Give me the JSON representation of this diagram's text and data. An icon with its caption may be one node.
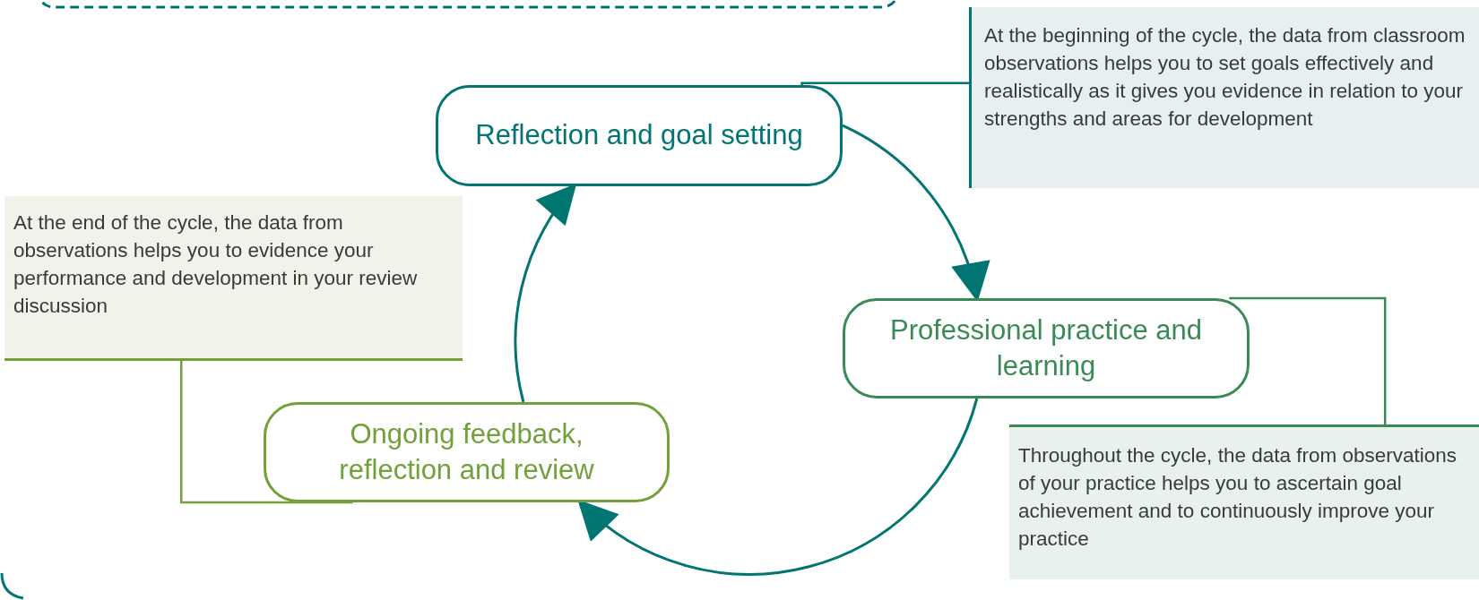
{
  "diagram": {
    "nodes": [
      {
        "text": [
          "Reflection and goal setting"
        ]
      },
      {
        "text": [
          "Professional practice and learning"
        ]
      },
      {
        "text": [
          "Ongoing feedback, reflection and review"
        ]
      },
      {
        "text": [
          "At the beginning of the cycle, the data from classroom observations helps you to set goals effectively and realistically as it gives you evidence in relation to your strengths and areas for development"
        ]
      },
      {
        "text": [
          "Throughout the cycle, the data from observations of your practice helps you to ascertain goal achievement and to continuously improve your practice"
        ]
      },
      {
        "text": [
          "At the end of the cycle, the data from observations helps you to evidence your performance and development in your review discussion"
        ]
      }
    ],
    "edges": [
      {
        "from": 0,
        "to": 1,
        "arrow": "to"
      },
      {
        "from": 1,
        "to": 2,
        "arrow": "to"
      },
      {
        "from": 2,
        "to": 0,
        "arrow": "to"
      },
      {
        "from": 3,
        "to": 0,
        "arrow": "none"
      },
      {
        "from": 4,
        "to": 1,
        "arrow": "none",
        "color": "#3a8a55"
      },
      {
        "from": 5,
        "to": 2,
        "arrow": "none",
        "color": "#72a03a"
      }
    ]
  }
}
